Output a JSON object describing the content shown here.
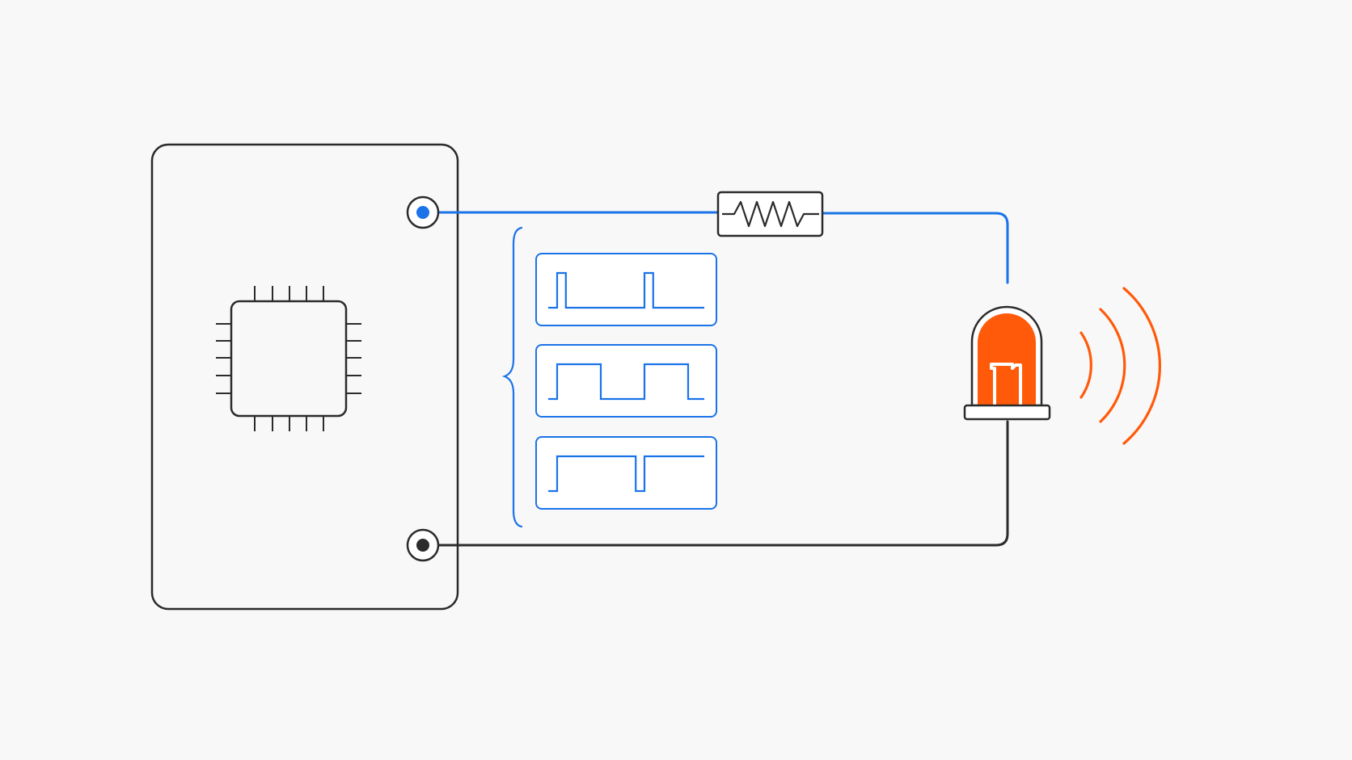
{
  "colors": {
    "background": "#f8f8f8",
    "stroke": "#2b2b2b",
    "signal": "#1a73e8",
    "led": "#ff5a0a"
  },
  "icons": {
    "board": "microcontroller-board",
    "chip": "chip-icon",
    "resistor": "resistor-icon",
    "led": "led-icon",
    "glow": "light-waves-icon"
  },
  "waveforms": [
    {
      "duty_cycle": 0.1
    },
    {
      "duty_cycle": 0.5
    },
    {
      "duty_cycle": 0.9
    }
  ]
}
